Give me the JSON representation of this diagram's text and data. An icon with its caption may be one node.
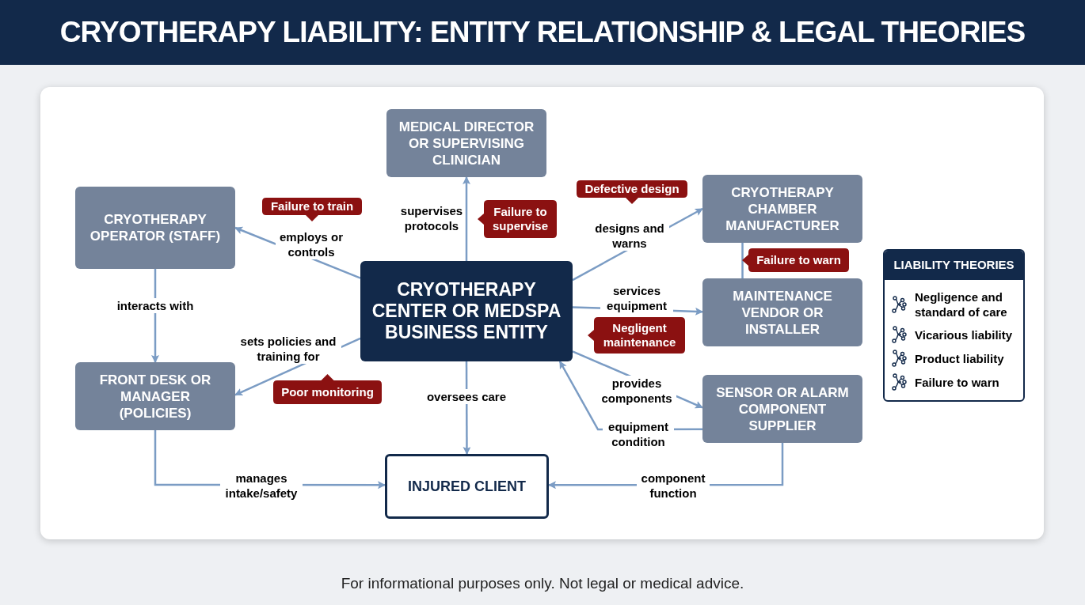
{
  "diagram": {
    "title": "CRYOTHERAPY LIABILITY: ENTITY RELATIONSHIP & LEGAL THEORIES",
    "nodes": [
      {
        "text": [
          "CRYOTHERAPY CENTER OR MEDSPA BUSINESS ENTITY"
        ]
      },
      {
        "text": [
          "MEDICAL DIRECTOR OR SUPERVISING CLINICIAN"
        ]
      },
      {
        "text": [
          "CRYOTHERAPY OPERATOR (STAFF)"
        ]
      },
      {
        "text": [
          "FRONT DESK OR MANAGER (POLICIES)"
        ]
      },
      {
        "text": [
          "CRYOTHERAPY CHAMBER MANUFACTURER"
        ]
      },
      {
        "text": [
          "MAINTENANCE VENDOR OR INSTALLER"
        ]
      },
      {
        "text": [
          "SENSOR OR ALARM COMPONENT SUPPLIER"
        ]
      },
      {
        "text": [
          "INJURED CLIENT"
        ]
      },
      {
        "text": [
          "Failure to train"
        ]
      },
      {
        "text": [
          "Failure to supervise"
        ]
      },
      {
        "text": [
          "Defective design"
        ]
      },
      {
        "text": [
          "Failure to warn"
        ]
      },
      {
        "text": [
          "Negligent maintenance"
        ]
      },
      {
        "text": [
          "Poor monitoring"
        ]
      }
    ],
    "edges": [
      {
        "from": 0,
        "to": 2,
        "arrow": "to",
        "label": "employs or controls"
      },
      {
        "from": 0,
        "to": 1,
        "arrow": "to",
        "label": "supervises protocols"
      },
      {
        "from": 0,
        "to": 4,
        "arrow": "to",
        "label": "designs and warns"
      },
      {
        "from": 0,
        "to": 5,
        "arrow": "to",
        "label": "services equipment"
      },
      {
        "from": 0,
        "to": 6,
        "arrow": "to",
        "label": "provides components"
      },
      {
        "from": 6,
        "to": 0,
        "arrow": "to",
        "label": "equipment condition"
      },
      {
        "from": 0,
        "to": 3,
        "arrow": "to",
        "label": "sets policies and training for"
      },
      {
        "from": 0,
        "to": 7,
        "arrow": "to",
        "label": "oversees care"
      },
      {
        "from": 2,
        "to": 3,
        "arrow": "to",
        "label": "interacts with"
      },
      {
        "from": 3,
        "to": 7,
        "arrow": "to",
        "label": "manages intake/safety"
      },
      {
        "from": 6,
        "to": 7,
        "arrow": "to",
        "label": "component function"
      },
      {
        "from": 4,
        "to": 5,
        "arrow": "none"
      }
    ],
    "labels": [
      "LIABILITY THEORIES",
      "For informational purposes only. Not legal or medical advice."
    ],
    "legend": [
      {
        "text": "Negligence and standard of care"
      },
      {
        "text": "Vicarious liability"
      },
      {
        "text": "Product liability"
      },
      {
        "text": "Failure to warn"
      }
    ]
  }
}
